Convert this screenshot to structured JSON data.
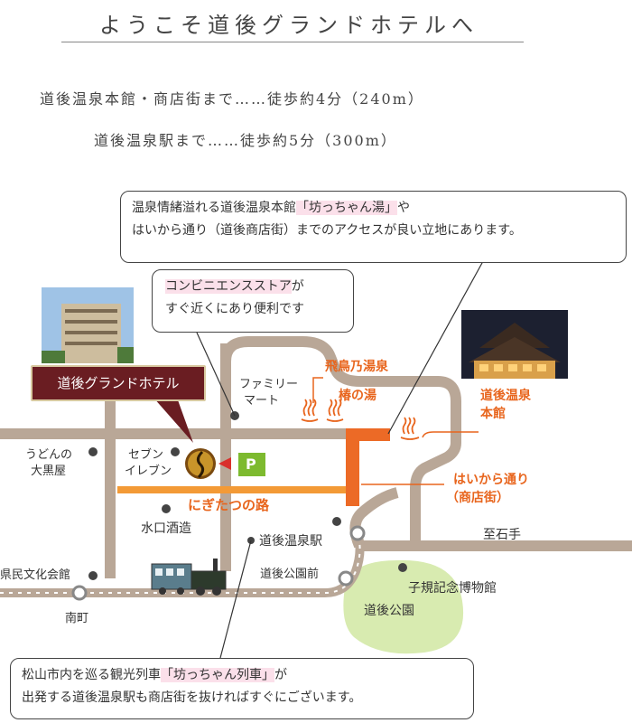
{
  "title": "ようこそ道後グランドホテルへ",
  "access": [
    "道後温泉本館・商店街まで……徒歩約4分（240m）",
    "道後温泉駅まで……徒歩約5分（300m）"
  ],
  "callouts": {
    "top": {
      "line1_pre": "温泉情緒溢れる道後温泉本館",
      "line1_highlight": "「坊っちゃん湯」",
      "line1_post": "や",
      "line2": "はいから通り（道後商店街）までのアクセスが良い立地にあります。"
    },
    "konbini": {
      "highlight": "コンビニエンスストア",
      "line1_post": "が",
      "line2": "すぐ近くにあり便利です"
    },
    "bottom": {
      "line1_pre": "松山市内を巡る観光列車",
      "line1_highlight": "「坊っちゃん列車」",
      "line1_post": "が",
      "line2": "出発する道後温泉駅も商店街を抜ければすぐにございます。"
    }
  },
  "hotel_name": "道後グランドホテル",
  "labels": {
    "familymart_1": "ファミリー",
    "familymart_2": "マート",
    "udon_1": "うどんの",
    "udon_2": "大黒屋",
    "seven_1": "セブン",
    "seven_2": "イレブン",
    "parking": "P",
    "nigitatsu": "にぎたつの路",
    "minakuchi": "水口酒造",
    "dogo_station": "道後温泉駅",
    "dogo_park_mae": "道後公園前",
    "kenmin": "県民文化会館",
    "minamimachi": "南町",
    "asuka": "飛鳥乃湯泉",
    "tsubaki": "椿の湯",
    "honkan_1": "道後温泉",
    "honkan_2": "本館",
    "haikara_1": "はいから通り",
    "haikara_2": "（商店街）",
    "ishite": "至石手",
    "shiki": "子規記念博物館",
    "dogo_park": "道後公園"
  },
  "colors": {
    "road": "#b9a797",
    "nigitatsu": "#f39a36",
    "haikara": "#ec6a26",
    "hotel_tag": "#6a1d22",
    "park": "#d8ebb0",
    "parking": "#7dba2f",
    "orange_text": "#e8651d"
  },
  "icons": [
    "onsen-icon",
    "hotel-logo-icon",
    "train-icon",
    "station-icon",
    "parking-icon"
  ]
}
